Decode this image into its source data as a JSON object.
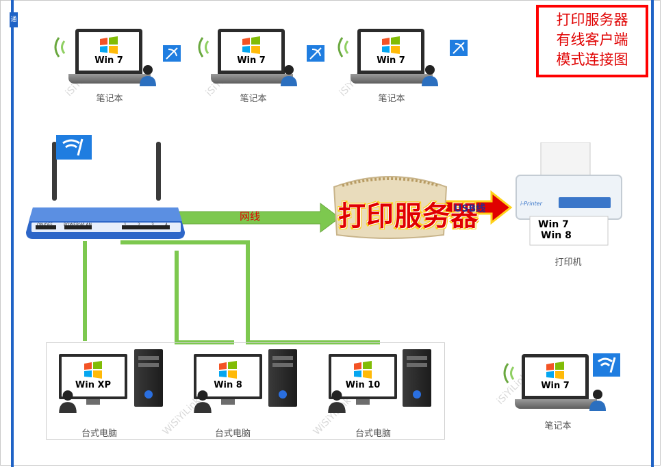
{
  "title": {
    "line1": "打印服务器",
    "line2": "有线客户端",
    "line3": "模式连接图"
  },
  "corner_tag": "通",
  "laptops_top": [
    {
      "os": "Win 7",
      "caption": "笔记本"
    },
    {
      "os": "Win 7",
      "caption": "笔记本"
    },
    {
      "os": "Win 7",
      "caption": "笔记本"
    }
  ],
  "laptop_right": {
    "os": "Win 7",
    "caption": "笔记本"
  },
  "router": {
    "onoff": "ON/OFF",
    "power": "POWER",
    "wlan": "WLAN",
    "ports": [
      "1",
      "2",
      "3",
      "4"
    ]
  },
  "cable_label": "网线",
  "print_server_label": "打印服务器",
  "usb_label": "USB线",
  "printer": {
    "caption": "打印机",
    "brand": "i-Printer",
    "paper_line1": "Win 7",
    "paper_line2": "Win 8"
  },
  "desktops": [
    {
      "os": "Win XP",
      "caption": "台式电脑"
    },
    {
      "os": "Win 8",
      "caption": "台式电脑"
    },
    {
      "os": "Win 10",
      "caption": "台式电脑"
    }
  ],
  "colors": {
    "accent_blue": "#1f63c6",
    "cable_green": "#7dc84f",
    "title_red": "#ff0000",
    "usb_yellow": "#ffd21a"
  }
}
